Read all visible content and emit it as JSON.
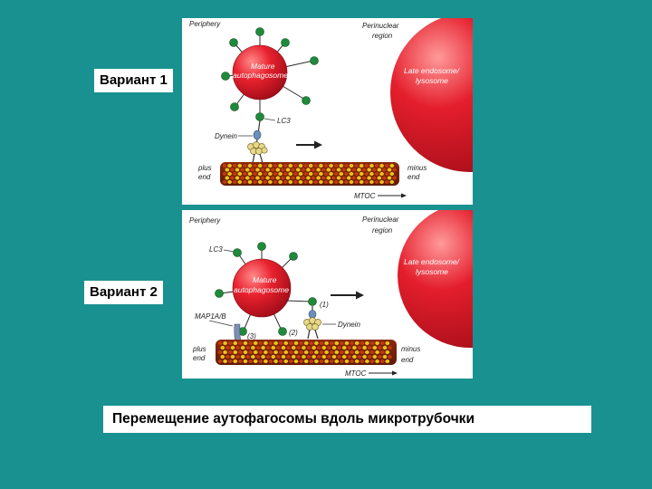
{
  "slide": {
    "background_color": "#1a9191",
    "caption": "Перемещение аутофагосомы вдоль микротрубочки",
    "variant_labels": [
      "Вариант 1",
      "Вариант 2"
    ]
  },
  "panels": [
    {
      "periphery": "Periphery",
      "perinuclear_line1": "Perinuclear",
      "perinuclear_line2": "region",
      "autophagosome_line1": "Mature",
      "autophagosome_line2": "autophagosome",
      "lysosome_line1": "Late endosome/",
      "lysosome_line2": "lysosome",
      "lc3": "LC3",
      "dynein": "Dynein",
      "plus_line1": "plus",
      "plus_line2": "end",
      "minus_line1": "minus",
      "minus_line2": "end",
      "mtoc": "MTOC"
    },
    {
      "periphery": "Periphery",
      "perinuclear_line1": "Perinuclear",
      "perinuclear_line2": "region",
      "autophagosome_line1": "Mature",
      "autophagosome_line2": "autophagosome",
      "lysosome_line1": "Late endosome/",
      "lysosome_line2": "lysosome",
      "lc3": "LC3",
      "dynein": "Dynein",
      "map": "MAP1A/B",
      "step1": "(1)",
      "step2": "(2)",
      "step3": "(3)",
      "plus_line1": "plus",
      "plus_line2": "end",
      "minus_line1": "minus",
      "minus_line2": "end",
      "mtoc": "MTOC"
    }
  ],
  "colors": {
    "autophagosome": "#e41e2c",
    "lysosome": "#e21a2a",
    "lc3_ball": "#1f8a3a",
    "microtubule_red": "#c23a0e",
    "microtubule_yellow": "#f0c21a",
    "dynein": "#e8d98a",
    "map_protein": "#7f8fb0"
  },
  "icons": [
    "arrow-right-icon",
    "dynein-motor-icon",
    "lc3-protein-icon"
  ]
}
